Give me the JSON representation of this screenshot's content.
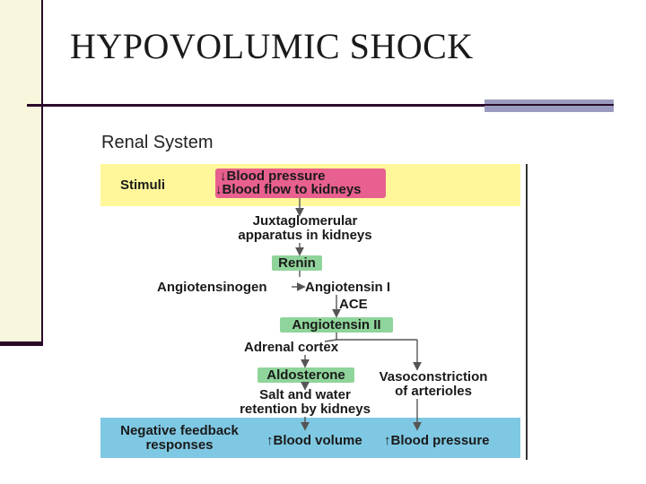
{
  "slide": {
    "title": "HYPOVOLUMIC SHOCK",
    "subtitle": "Renal System"
  },
  "diagram": {
    "stimuli_label": "Stimuli",
    "stimulus_1": "↓Blood pressure",
    "stimulus_2": "↓Blood flow to kidneys",
    "juxta_line1": "Juxtaglomerular",
    "juxta_line2": "apparatus in kidneys",
    "renin": "Renin",
    "angiotensinogen": "Angiotensinogen",
    "angiotensin_1": "Angiotensin I",
    "ace": "ACE",
    "angiotensin_2": "Angiotensin II",
    "adrenal_cortex": "Adrenal cortex",
    "aldosterone": "Aldosterone",
    "vaso_line1": "Vasoconstriction",
    "vaso_line2": "of arterioles",
    "salt_line1": "Salt and water",
    "salt_line2": "retention by kidneys",
    "feedback_line1": "Negative feedback",
    "feedback_line2": "responses",
    "blood_volume": "↑Blood volume",
    "blood_pressure": "↑Blood pressure",
    "colors": {
      "stimuli_band": "#fff79a",
      "stimulus_box": "#e8608f",
      "hormone_box": "#8fd49a",
      "feedback_band": "#7fc8e3"
    }
  }
}
